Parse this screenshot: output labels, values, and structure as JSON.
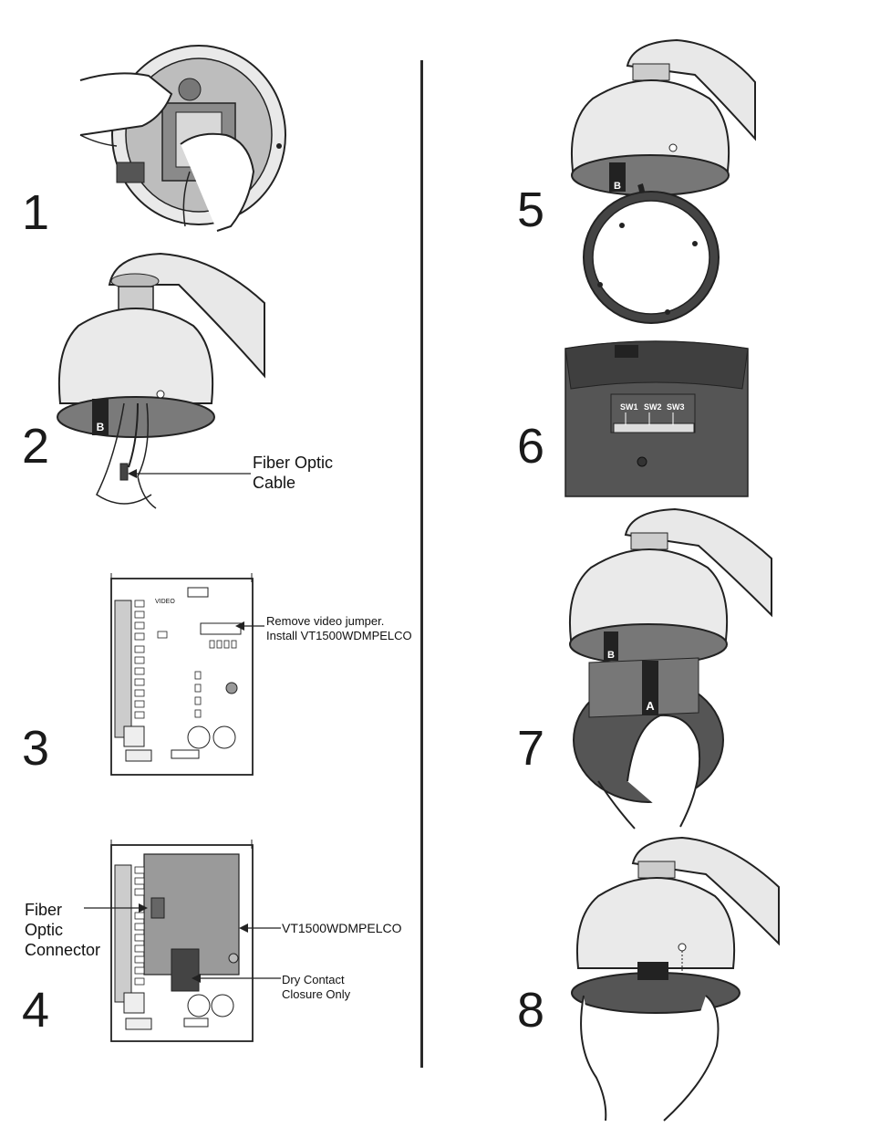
{
  "steps": [
    {
      "number": "1"
    },
    {
      "number": "2"
    },
    {
      "number": "3"
    },
    {
      "number": "4"
    },
    {
      "number": "5"
    },
    {
      "number": "6"
    },
    {
      "number": "7"
    },
    {
      "number": "8"
    }
  ],
  "callouts": {
    "fiber_optic_cable_line1": "Fiber Optic",
    "fiber_optic_cable_line2": "Cable",
    "remove_jumper_line1": "Remove video jumper.",
    "remove_jumper_line2": "Install VT1500WDMPELCO",
    "fiber_optic_connector_line1": "Fiber",
    "fiber_optic_connector_line2": "Optic",
    "fiber_optic_connector_line3": "Connector",
    "module_label": "VT1500WDMPELCO",
    "dry_contact_line1": "Dry Contact",
    "dry_contact_line2": "Closure Only"
  },
  "board_labels": {
    "video": "VIDEO"
  },
  "switch_labels": [
    "SW1",
    "SW2",
    "SW3"
  ],
  "marker_labels": {
    "b": "B",
    "a": "A"
  },
  "icons": [
    "hand-icon",
    "dome-housing-icon",
    "wall-mount-arm-icon",
    "circuit-board-icon",
    "arrow-icon"
  ]
}
